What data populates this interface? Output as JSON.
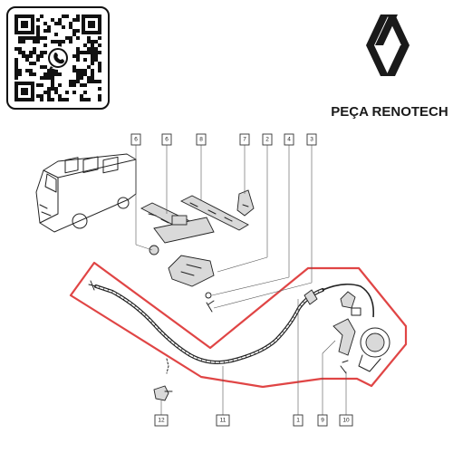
{
  "brand": {
    "name": "PEÇA RENOTECH",
    "logo_color": "#1a1a1a",
    "qr_icon": "whatsapp-icon"
  },
  "callout_numbers": [
    "6",
    "6",
    "8",
    "7",
    "2",
    "4",
    "3",
    "1",
    "9",
    "10",
    "11",
    "12"
  ],
  "colors": {
    "highlight_outline": "#e04545",
    "line_art": "#222222",
    "callout_border": "#333333"
  }
}
